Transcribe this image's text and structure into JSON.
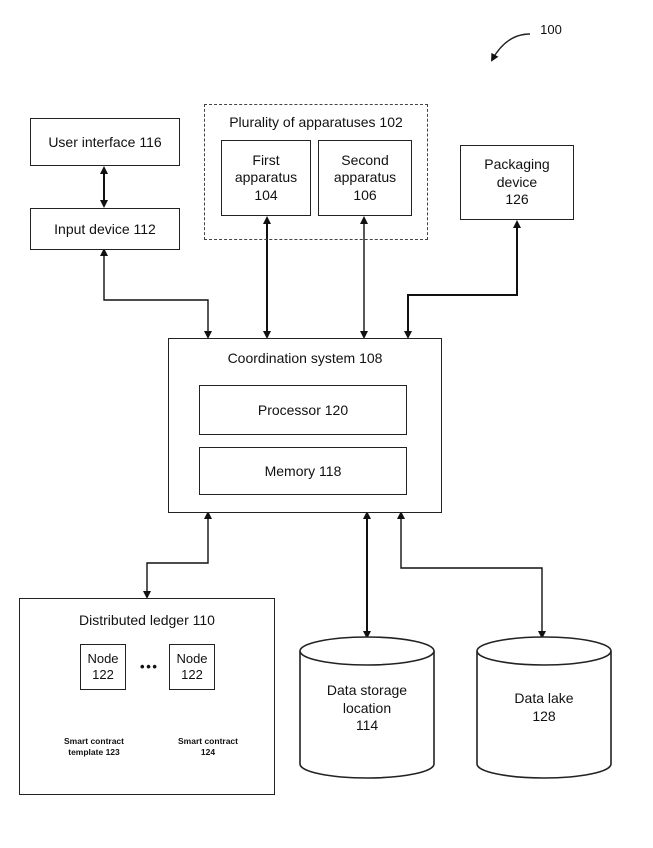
{
  "figure_ref": "100",
  "nodes": {
    "user_interface": "User interface 116",
    "input_device": "Input device 112",
    "apparatuses_group": "Plurality of apparatuses 102",
    "first_apparatus": "First\napparatus\n104",
    "second_apparatus": "Second\napparatus\n106",
    "packaging_device": "Packaging\ndevice\n126",
    "coordination_system": "Coordination system 108",
    "processor": "Processor 120",
    "memory": "Memory 118",
    "distributed_ledger": "Distributed ledger 110",
    "node_a": "Node\n122",
    "node_ellipsis": "• • •",
    "node_b": "Node\n122",
    "smart_contract_template": "Smart contract\ntemplate 123",
    "smart_contract": "Smart contract\n124",
    "data_storage": "Data storage\nlocation\n114",
    "data_lake": "Data lake\n128"
  },
  "edges": [
    {
      "from": "user_interface",
      "to": "input_device",
      "arrows": "both"
    },
    {
      "from": "input_device",
      "to": "coordination_system",
      "arrows": "both"
    },
    {
      "from": "first_apparatus",
      "to": "coordination_system",
      "arrows": "both"
    },
    {
      "from": "second_apparatus",
      "to": "coordination_system",
      "arrows": "both"
    },
    {
      "from": "packaging_device",
      "to": "coordination_system",
      "arrows": "both"
    },
    {
      "from": "coordination_system",
      "to": "distributed_ledger",
      "arrows": "both"
    },
    {
      "from": "coordination_system",
      "to": "data_storage",
      "arrows": "both"
    },
    {
      "from": "coordination_system",
      "to": "data_lake",
      "arrows": "both"
    }
  ]
}
